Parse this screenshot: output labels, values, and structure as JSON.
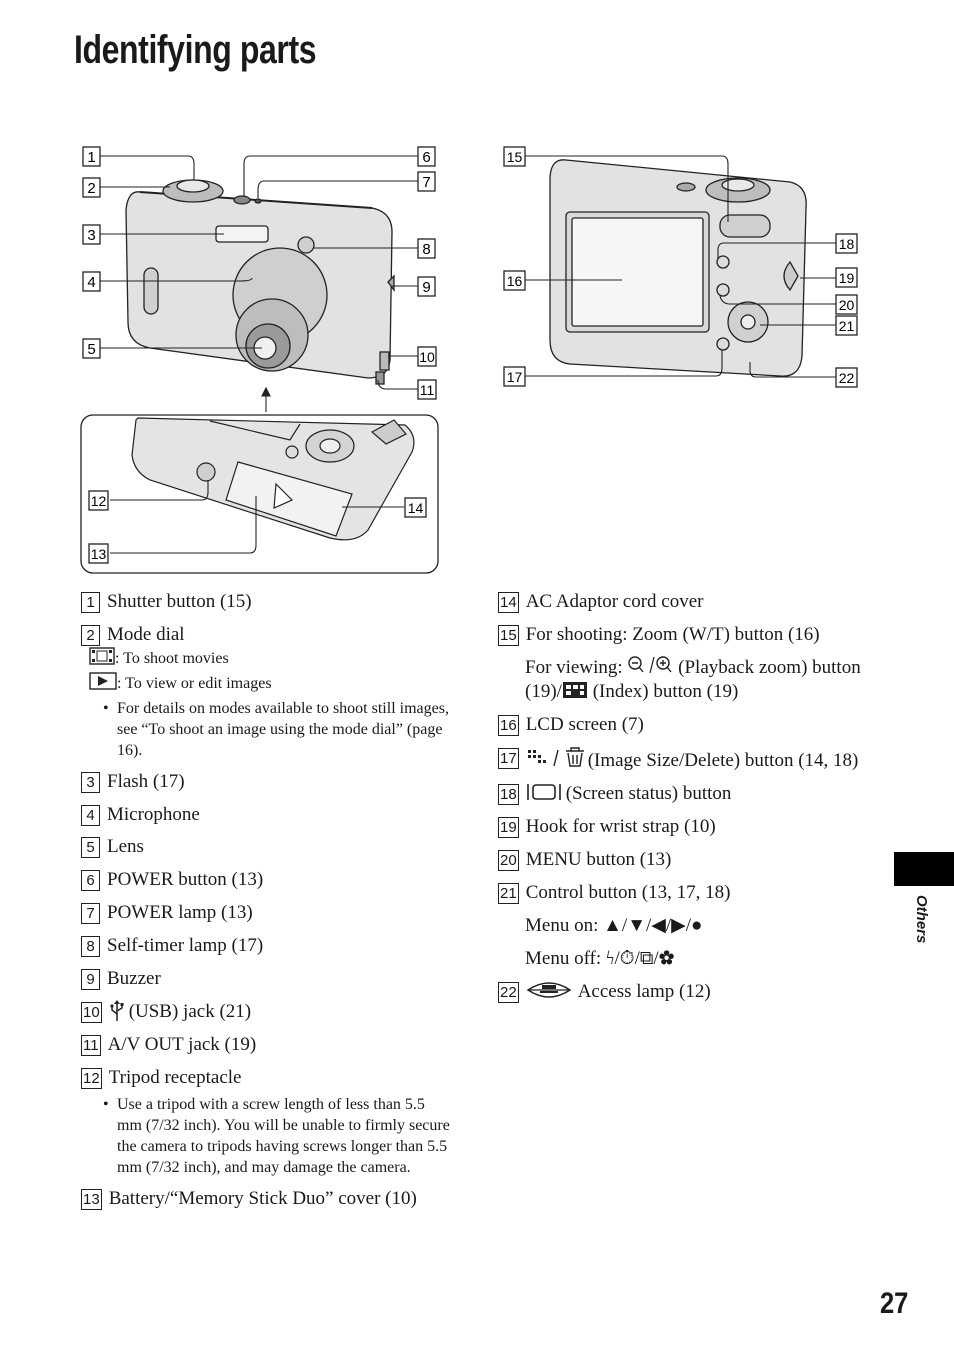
{
  "page_title": "Identifying parts",
  "section_tab": "Others",
  "page_number": "27",
  "callouts_front": [
    "1",
    "2",
    "3",
    "4",
    "5",
    "6",
    "7",
    "8",
    "9",
    "10",
    "11"
  ],
  "callouts_bottom": [
    "12",
    "13",
    "14"
  ],
  "callouts_back": [
    "15",
    "16",
    "17",
    "18",
    "19",
    "20",
    "21",
    "22"
  ],
  "icons": {
    "movie": "movie-film-icon",
    "play": "play-icon",
    "zoom": "zoom-in-out-icon",
    "index": "index-grid-icon",
    "image_size": "image-size-icon",
    "trash": "delete-trash-icon",
    "screen_status": "screen-status-icon",
    "usb": "usb-icon",
    "access_lamp": "memory-stick-access-icon"
  },
  "left_column": {
    "e1": {
      "num": "1",
      "text": "Shutter button (15)"
    },
    "e2": {
      "num": "2",
      "text": "Mode dial",
      "sub1": ": To shoot movies",
      "sub2": ": To view or edit images",
      "bullet": "For details on modes available to shoot still images, see “To shoot an image using the mode dial” (page 16)."
    },
    "e3": {
      "num": "3",
      "text": "Flash (17)"
    },
    "e4": {
      "num": "4",
      "text": "Microphone"
    },
    "e5": {
      "num": "5",
      "text": "Lens"
    },
    "e6": {
      "num": "6",
      "text": "POWER button (13)"
    },
    "e7": {
      "num": "7",
      "text": "POWER lamp (13)"
    },
    "e8": {
      "num": "8",
      "text": "Self-timer lamp (17)"
    },
    "e9": {
      "num": "9",
      "text": "Buzzer"
    },
    "e10": {
      "num": "10",
      "text": "(USB) jack (21)"
    },
    "e11": {
      "num": "11",
      "text": "A/V OUT jack (19)"
    },
    "e12": {
      "num": "12",
      "text": "Tripod receptacle",
      "bullet": "Use a tripod with a screw length of less than 5.5 mm (7/32 inch). You will be unable to firmly secure the camera to tripods having screws longer than 5.5 mm (7/32 inch), and may damage the camera."
    },
    "e13": {
      "num": "13",
      "text": "Battery/“Memory Stick Duo” cover (10)"
    }
  },
  "right_column": {
    "e14": {
      "num": "14",
      "text": "AC Adaptor cord cover"
    },
    "e15": {
      "num": "15",
      "text": "For shooting: Zoom (W/T) button (16)",
      "view_a": "For viewing: ",
      "view_b": " (Playback zoom) button (19)/",
      "view_c": " (Index) button (19)"
    },
    "e16": {
      "num": "16",
      "text": "LCD screen (7)"
    },
    "e17": {
      "num": "17",
      "text": "(Image Size/Delete) button (14, 18)"
    },
    "e18": {
      "num": "18",
      "text": "(Screen status) button"
    },
    "e19": {
      "num": "19",
      "text": "Hook for wrist strap (10)"
    },
    "e20": {
      "num": "20",
      "text": "MENU button (13)"
    },
    "e21": {
      "num": "21",
      "text": "Control button (13, 17, 18)",
      "menu_on": "Menu on: ▲/▼/◀/▶/●",
      "menu_off": "Menu off: ϟ/⏱/⧉/✿"
    },
    "e22": {
      "num": "22",
      "text": "Access lamp (12)"
    }
  }
}
